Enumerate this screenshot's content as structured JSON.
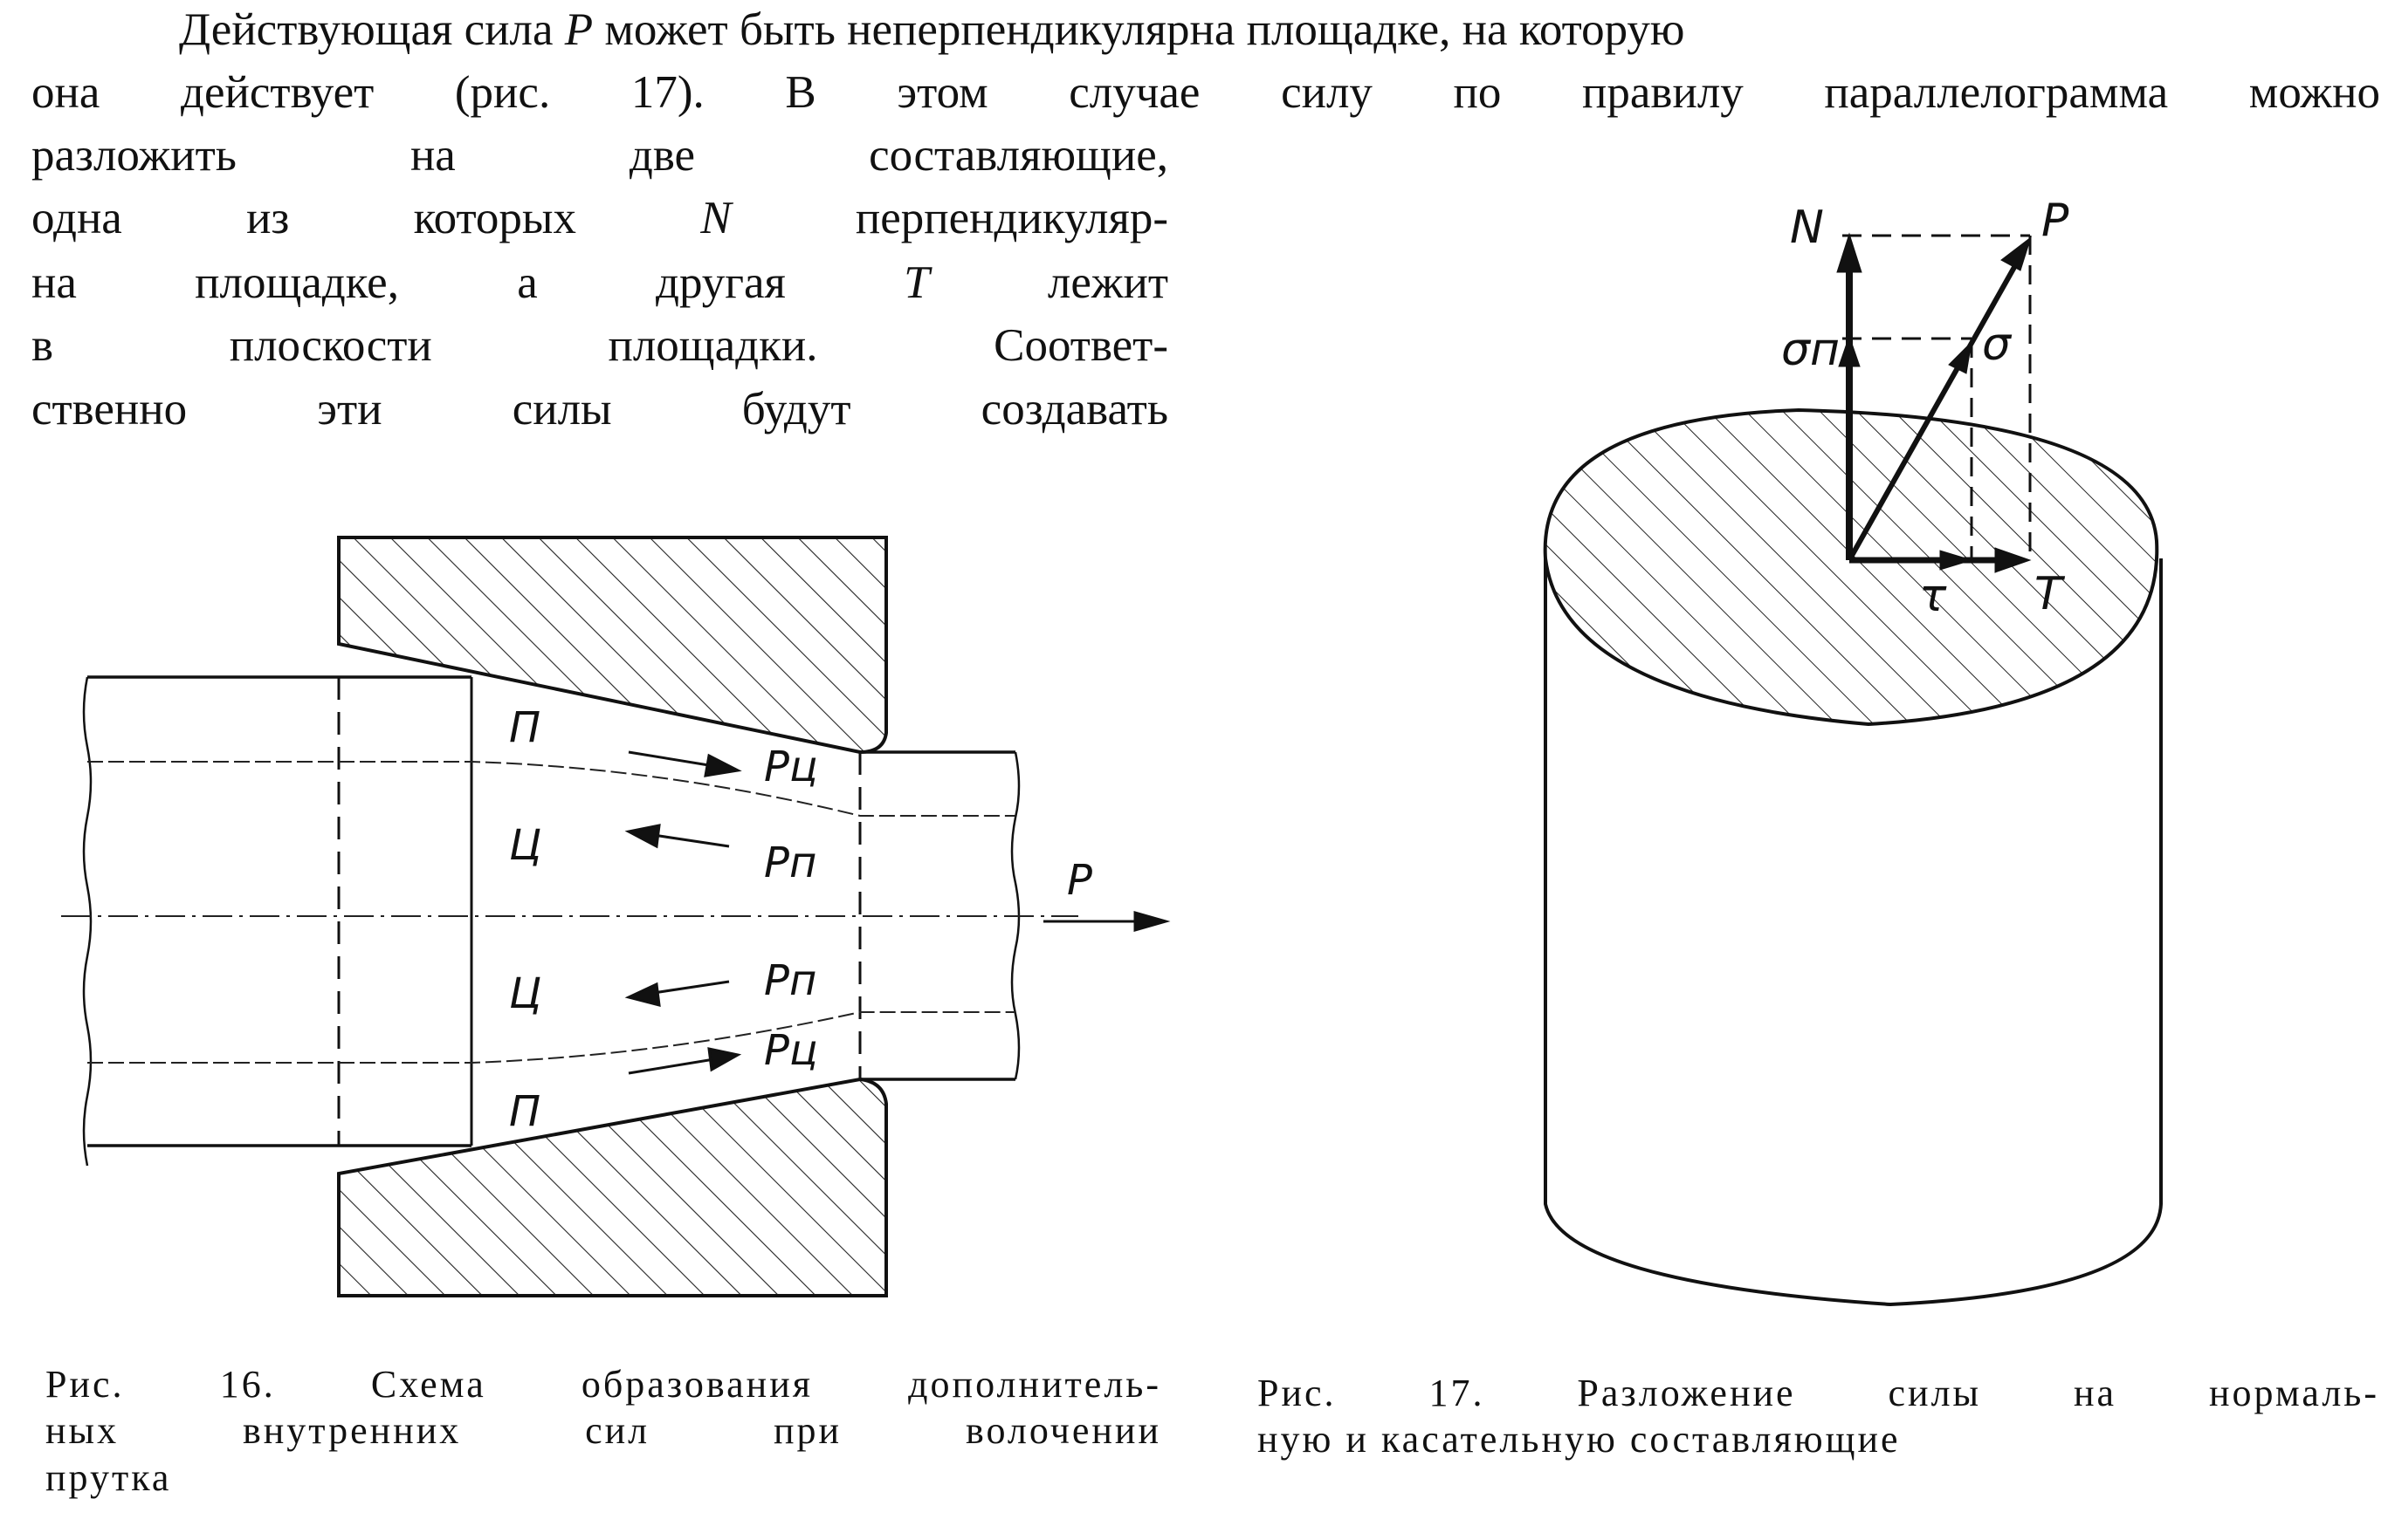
{
  "paragraph": {
    "line1": {
      "a": "Действующая сила ",
      "var": "P",
      "b": " может быть неперпендикулярна площадке, на которую"
    },
    "line2": "она действует (рис. 17). В этом случае силу по правилу параллелограмма можно",
    "line3": "разложить на две составляющие,",
    "line4": {
      "a": "одна из которых ",
      "var": "N",
      "b": " перпендикуляр-"
    },
    "line5": {
      "a": "на площадке, а другая ",
      "var": "T",
      "b": " лежит"
    },
    "line6": "в плоскости площадки. Соответ-",
    "line7": "ственно эти силы будут создавать"
  },
  "figure16": {
    "labels": {
      "p_top": "П",
      "c_top": "Ц",
      "c_bottom": "Ц",
      "p_bottom": "П",
      "pc_top": "Pц",
      "pp_top": "Pп",
      "pp_bottom": "Pп",
      "pc_bottom": "Pц",
      "force": "P"
    },
    "caption": {
      "line1": "Рис. 16. Схема образования дополнитель-",
      "line2": "ных внутренних сил при волочении",
      "line3": "прутка"
    }
  },
  "figure17": {
    "labels": {
      "N": "N",
      "P": "P",
      "sigma_n": "σп",
      "sigma": "σ",
      "tau": "τ",
      "T": "T"
    },
    "caption": {
      "line1": "Рис. 17. Разложение силы на нормаль-",
      "line2": "ную и касательную составляющие"
    }
  }
}
